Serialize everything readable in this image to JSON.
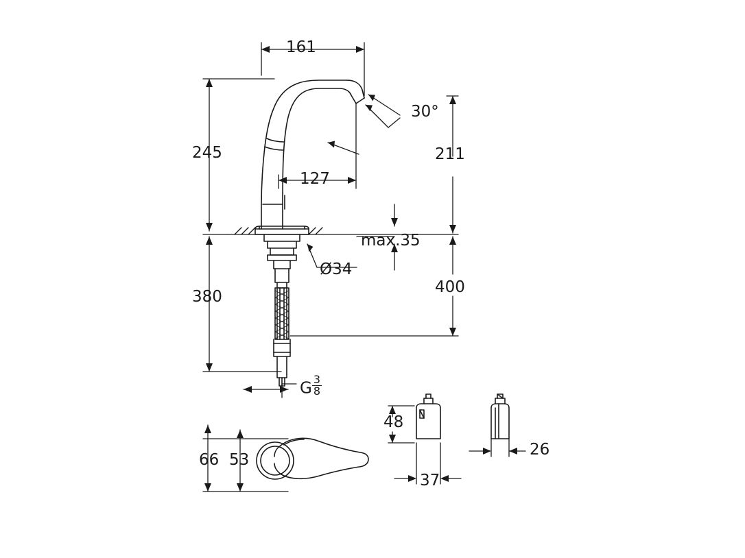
{
  "drawing": {
    "title": "",
    "line_color": "#1a1a1a",
    "background": "#ffffff",
    "dimensions": {
      "width_161": "161",
      "height_245": "245",
      "angle_30": "30°",
      "reach_127": "127",
      "height_211": "211",
      "max_35": "max.35",
      "diameter_34": "Ø34",
      "height_380": "380",
      "height_400": "400",
      "thread_g": "G",
      "thread_fraction_num": "3",
      "thread_fraction_den": "8",
      "handle_66": "66",
      "handle_53": "53",
      "valve_48": "48",
      "valve_37": "37",
      "valve_26": "26"
    }
  },
  "views": {
    "main_label": "front-elevation-faucet",
    "plan_label": "top-view-handle",
    "side_label": "side-view-valve-front",
    "side2_label": "side-view-valve-side"
  }
}
